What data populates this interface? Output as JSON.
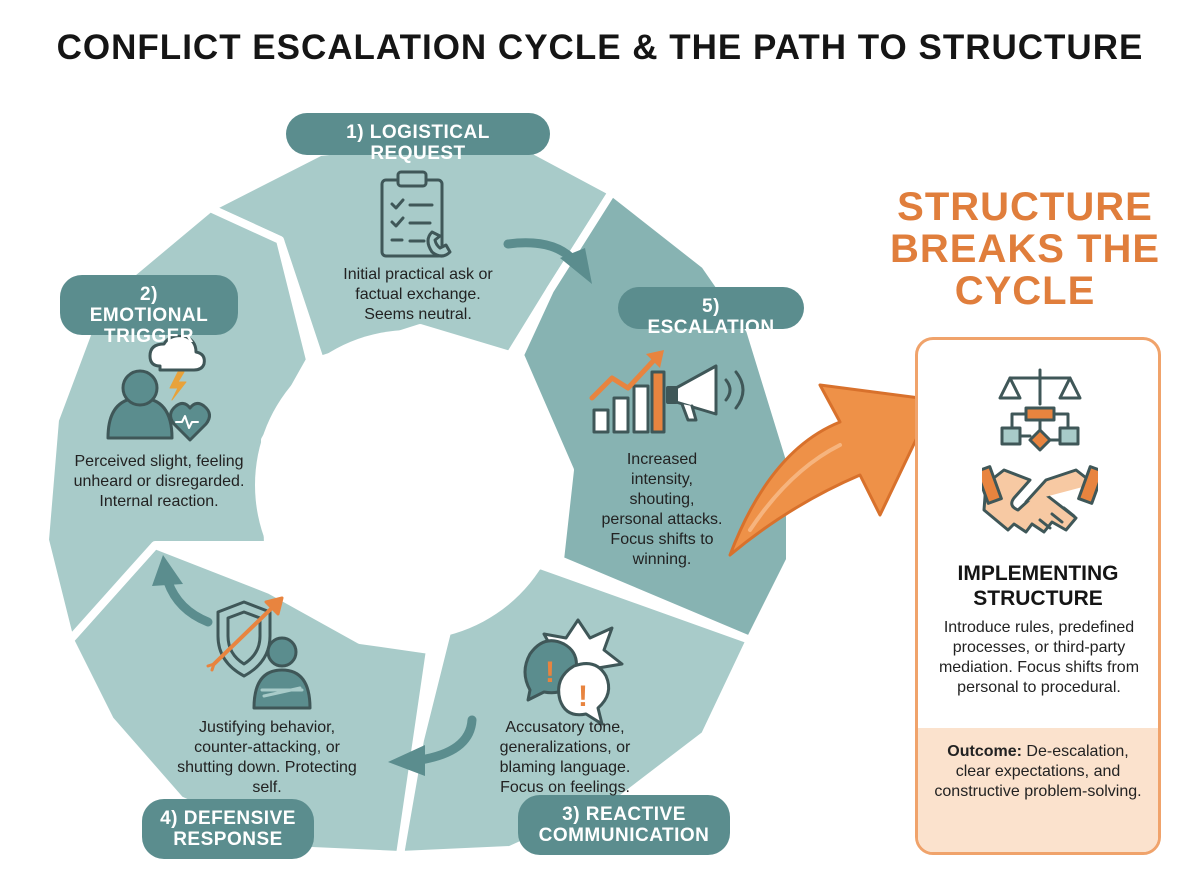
{
  "title": "CONFLICT ESCALATION CYCLE & THE PATH TO STRUCTURE",
  "stages": [
    {
      "label": "1) LOGISTICAL REQUEST",
      "description": "Initial practical ask or factual exchange. Seems neutral.",
      "icon": "clipboard-checklist-phone-icon"
    },
    {
      "label": "2) EMOTIONAL TRIGGER",
      "description": "Perceived slight, feeling unheard or disregarded. Internal reaction.",
      "icon": "person-storm-cloud-heart-icon"
    },
    {
      "label": "3) REACTIVE COMMUNICATION",
      "description": "Accusatory tone, generalizations, or blaming language. Focus on feelings.",
      "icon": "alert-speech-bubbles-icon"
    },
    {
      "label": "4) DEFENSIVE RESPONSE",
      "description": "Justifying behavior, counter-attacking, or shutting down. Protecting self.",
      "icon": "shield-crossed-arms-icon"
    },
    {
      "label": "5) ESCALATION",
      "description": "Increased intensity, shouting, personal attacks. Focus shifts to winning.",
      "icon": "rising-chart-megaphone-icon"
    }
  ],
  "structure": {
    "headline": "STRUCTURE BREAKS THE CYCLE",
    "heading": "IMPLEMENTING STRUCTURE",
    "description": "Introduce rules, predefined processes, or third-party mediation. Focus shifts from personal to procedural.",
    "outcome_label": "Outcome:",
    "outcome_text": "De-escalation, clear expectations, and constructive problem-solving.",
    "icons": [
      "scales-flowchart-icon",
      "handshake-icon"
    ]
  },
  "colors": {
    "segment_light": "#a8cbc9",
    "segment_dark": "#87b3b2",
    "label_bg": "#5b8d8e",
    "icon_stroke": "#3f5758",
    "accent_orange": "#e07e3c",
    "outcome_bg": "#fbe2cd"
  }
}
